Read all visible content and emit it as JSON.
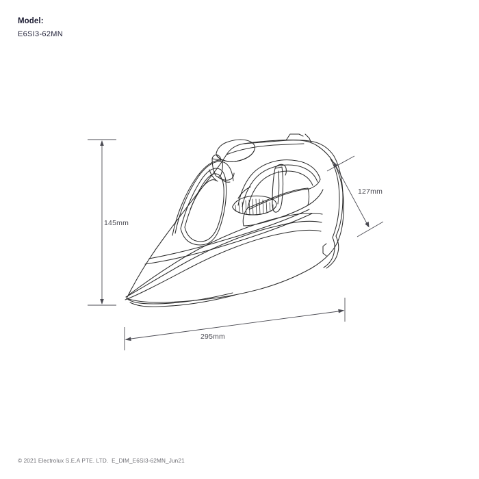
{
  "header": {
    "model_label": "Model:",
    "model_value": "E6SI3-62MN"
  },
  "footer": {
    "copyright": "© 2021 Electrolux S.E.A PTE. LTD.  E_DIM_E6SI3-62MN_Jun21"
  },
  "drawing": {
    "subject": "steam-iron-line-drawing",
    "dimensions": {
      "height": "145mm",
      "depth": "127mm",
      "length": "295mm"
    }
  },
  "colors": {
    "line": "#2b2b2b",
    "dimension_line": "#4a4a52",
    "text_dark": "#1d1d33",
    "text_muted": "#6e6e74",
    "background": "#ffffff"
  }
}
